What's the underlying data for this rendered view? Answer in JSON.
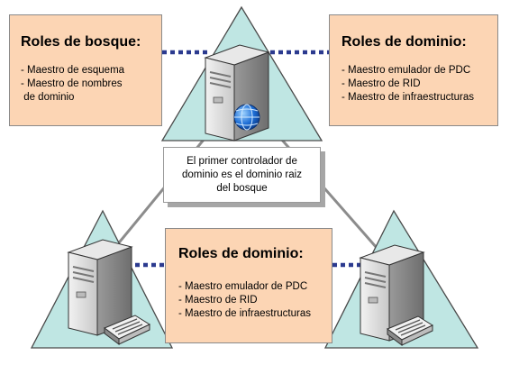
{
  "forest_roles": {
    "title": "Roles de bosque:",
    "items": [
      "- Maestro de esquema",
      "- Maestro de nombres",
      " de dominio"
    ]
  },
  "domain_roles_top": {
    "title": "Roles de dominio:",
    "items": [
      "- Maestro emulador de PDC",
      "- Maestro de RID",
      "- Maestro de infraestructuras"
    ]
  },
  "domain_roles_bottom": {
    "title": "Roles de dominio:",
    "items": [
      "- Maestro emulador de PDC",
      "- Maestro de RID",
      "- Maestro de infraestructuras"
    ]
  },
  "note": {
    "lines": [
      "El primer controlador de",
      "dominio es el dominio raiz",
      "del bosque"
    ]
  },
  "colors": {
    "triangle_fill": "#bfe6e3",
    "triangle_stroke": "#4a4a4a",
    "box_fill": "#fcd5b4",
    "dotted_link": "#2b3a8f",
    "connector": "#8c8c8c"
  },
  "icons": [
    "server-globe-icon",
    "server-switch-icon",
    "server-switch-icon"
  ]
}
